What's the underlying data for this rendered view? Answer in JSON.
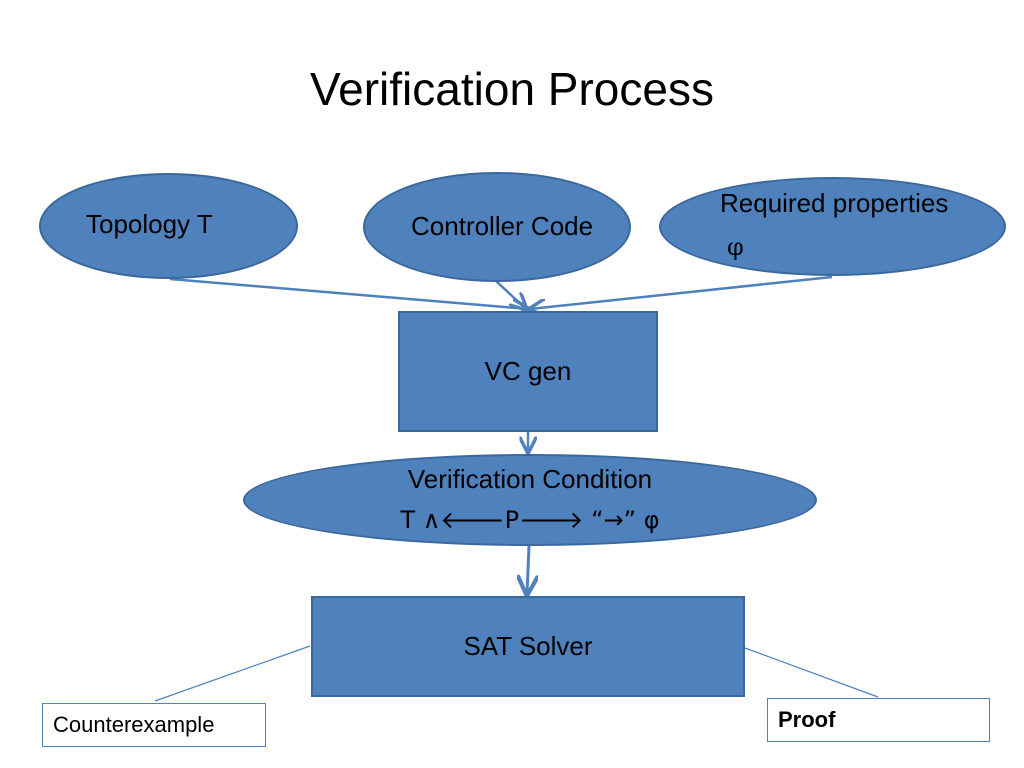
{
  "title": "Verification Process",
  "nodes": {
    "topology": "Topology  T",
    "controller_code": "Controller Code",
    "required_properties": "Required properties",
    "phi_symbol": "φ",
    "vc_gen": "VC gen",
    "verification_condition": "Verification Condition",
    "vc_formula": "T ∧🡐P🡒 “→” φ",
    "sat_solver": "SAT Solver"
  },
  "outputs": {
    "counterexample": "Counterexample",
    "proof": "Proof"
  },
  "colors": {
    "shape_fill": "#4f81bd",
    "shape_border": "#3a689c",
    "connector": "#4f81bd"
  }
}
